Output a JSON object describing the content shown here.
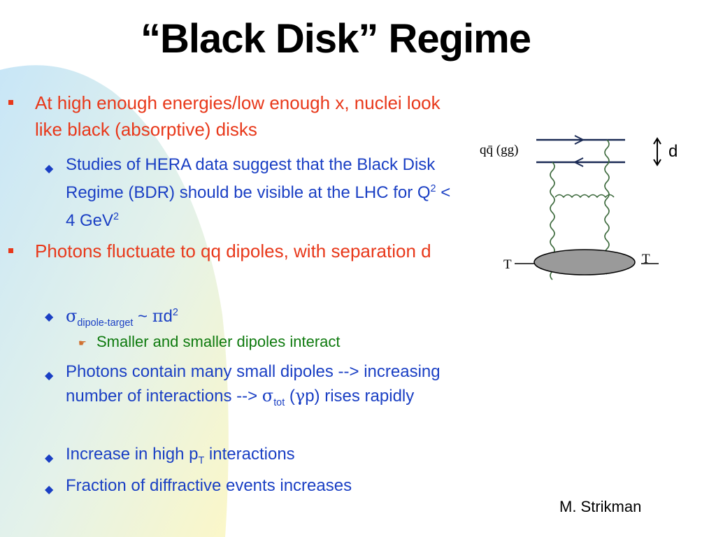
{
  "title": "“Black Disk” Regime",
  "bullets": [
    {
      "text": "At high enough energies/low enough x, nuclei look like black (absorptive) disks"
    },
    {
      "text": "Studies of HERA data suggest that the Black Disk Regime (BDR) should be visible at the LHC for Q",
      "sup1": "2",
      "mid": " < 4 GeV",
      "sup2": "2"
    },
    {
      "text": "Photons fluctuate to qq dipoles, with separation d"
    },
    {
      "sym": "σ",
      "sub": "dipole-target",
      "rest1": " ~ ",
      "sym2": "π",
      "rest2": "d",
      "sup": "2"
    },
    {
      "text": "Smaller and smaller dipoles interact"
    },
    {
      "text": "Photons contain many small dipoles --> increasing number of interactions --> ",
      "sym": "σ",
      "sub": "tot",
      "open": " (",
      "sym2": "γ",
      "rest": "p) rises rapidly"
    },
    {
      "text": "Increase in high p",
      "sub": "T",
      "rest": " interactions"
    },
    {
      "text": "Fraction of diffractive events increases"
    }
  ],
  "author": "M. Strikman",
  "diagram": {
    "label_left": "qq̄ (gg)",
    "label_right": "d",
    "label_t_left": "T",
    "label_t_right": "T"
  },
  "colors": {
    "level1": "#e8381a",
    "level2": "#1a3fc4",
    "level3": "#0e7a0e",
    "background_blob": "#cfe8f6"
  }
}
